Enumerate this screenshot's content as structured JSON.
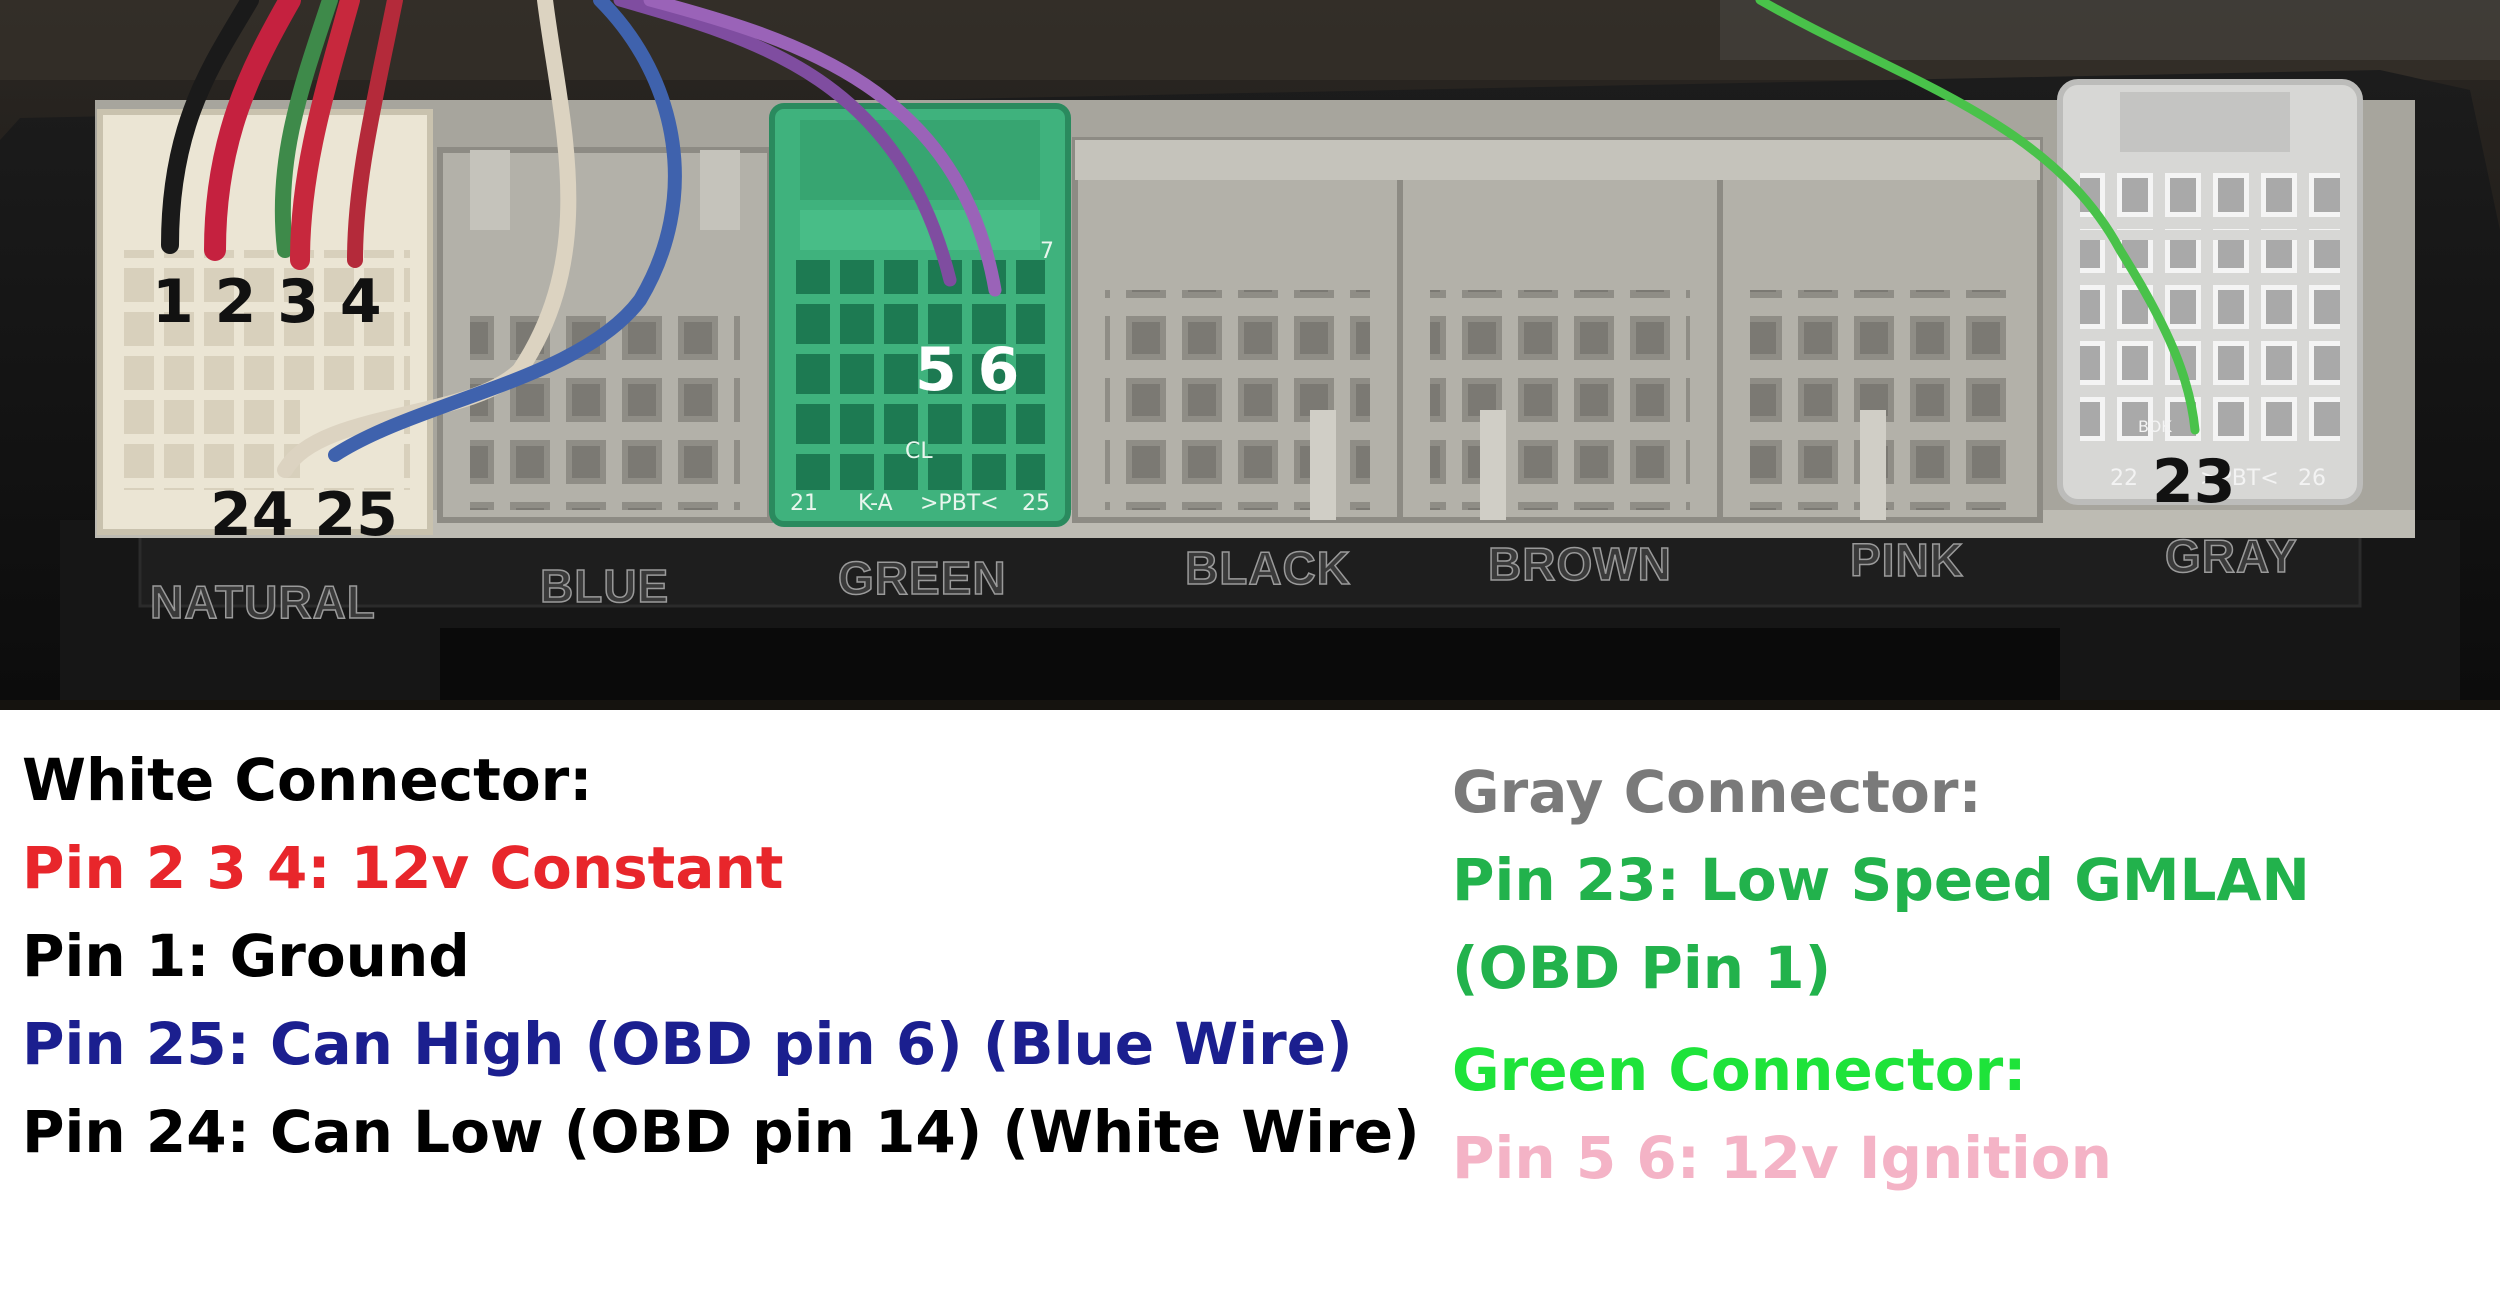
{
  "photo": {
    "pins": {
      "white_top": "1 2 3 4",
      "white_bottom": "24 25",
      "green": "5 6",
      "gray": "23"
    },
    "strip_labels": [
      "NATURAL",
      "BLUE",
      "GREEN",
      "BLACK",
      "BROWN",
      "PINK",
      "GRAY"
    ],
    "green_connector_marks": {
      "cl": "CL",
      "left_num": "21",
      "code": "K-A",
      "pbt": ">PBT<",
      "right_num": "25",
      "top_num": "7"
    },
    "gray_connector_marks": {
      "left_num": "22",
      "pbt": ">PBT<",
      "right_num": "26",
      "side_text": "BOK"
    }
  },
  "legend_left": {
    "heading": "White Connector:",
    "lines": [
      {
        "text": "Pin 2 3 4: 12v Constant",
        "color": "#e8262b"
      },
      {
        "text": "Pin 1: Ground",
        "color": "#000000"
      },
      {
        "text": "Pin 25: Can High (OBD pin 6) (Blue Wire)",
        "color": "#1b1f8f"
      },
      {
        "text": "Pin 24: Can Low (OBD pin 14) (White Wire)",
        "color": "#000000"
      }
    ]
  },
  "legend_right": {
    "gray_heading": "Gray Connector:",
    "gray_heading_color": "#7a7a7a",
    "gray_lines": [
      "Pin 23: Low Speed GMLAN",
      "(OBD Pin 1)"
    ],
    "gray_lines_color": "#22b24c",
    "green_heading": "Green Connector:",
    "green_heading_color": "#1ee33a",
    "green_line": "Pin 5 6: 12v Ignition",
    "green_line_color": "#f4b3c6"
  }
}
